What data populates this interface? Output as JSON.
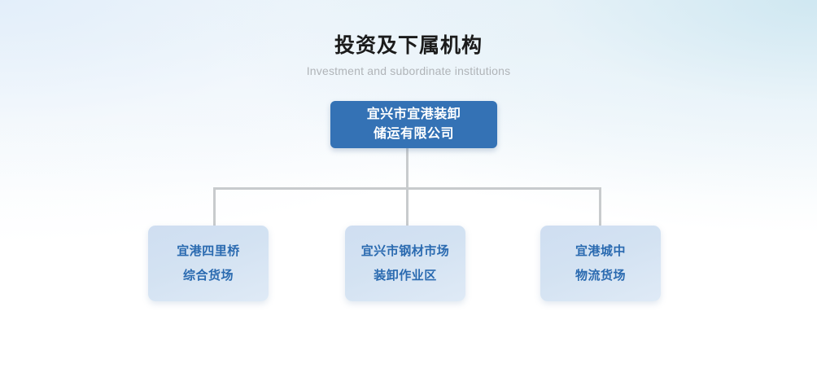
{
  "header": {
    "title_cn": "投资及下属机构",
    "title_en": "Investment and subordinate institutions"
  },
  "colors": {
    "root_fill": "#3472b5",
    "root_text": "#ffffff",
    "child_fill": "#d3e2f2",
    "child_text": "#2a6ab0",
    "connector": "#c8cbcd",
    "title_cn_color": "#1b1b1b",
    "title_en_color": "#b0b4b8",
    "background_top_left": "#eaf3f9",
    "background_top_right": "#cee7f1",
    "background_bottom": "#ffffff"
  },
  "org_chart": {
    "root": {
      "lines": [
        "宜兴市宜港装卸",
        "储运有限公司"
      ]
    },
    "children": [
      {
        "lines": [
          "宜港四里桥",
          "综合货场"
        ]
      },
      {
        "lines": [
          "宜兴市钢材市场",
          "装卸作业区"
        ]
      },
      {
        "lines": [
          "宜港城中",
          "物流货场"
        ]
      }
    ]
  }
}
